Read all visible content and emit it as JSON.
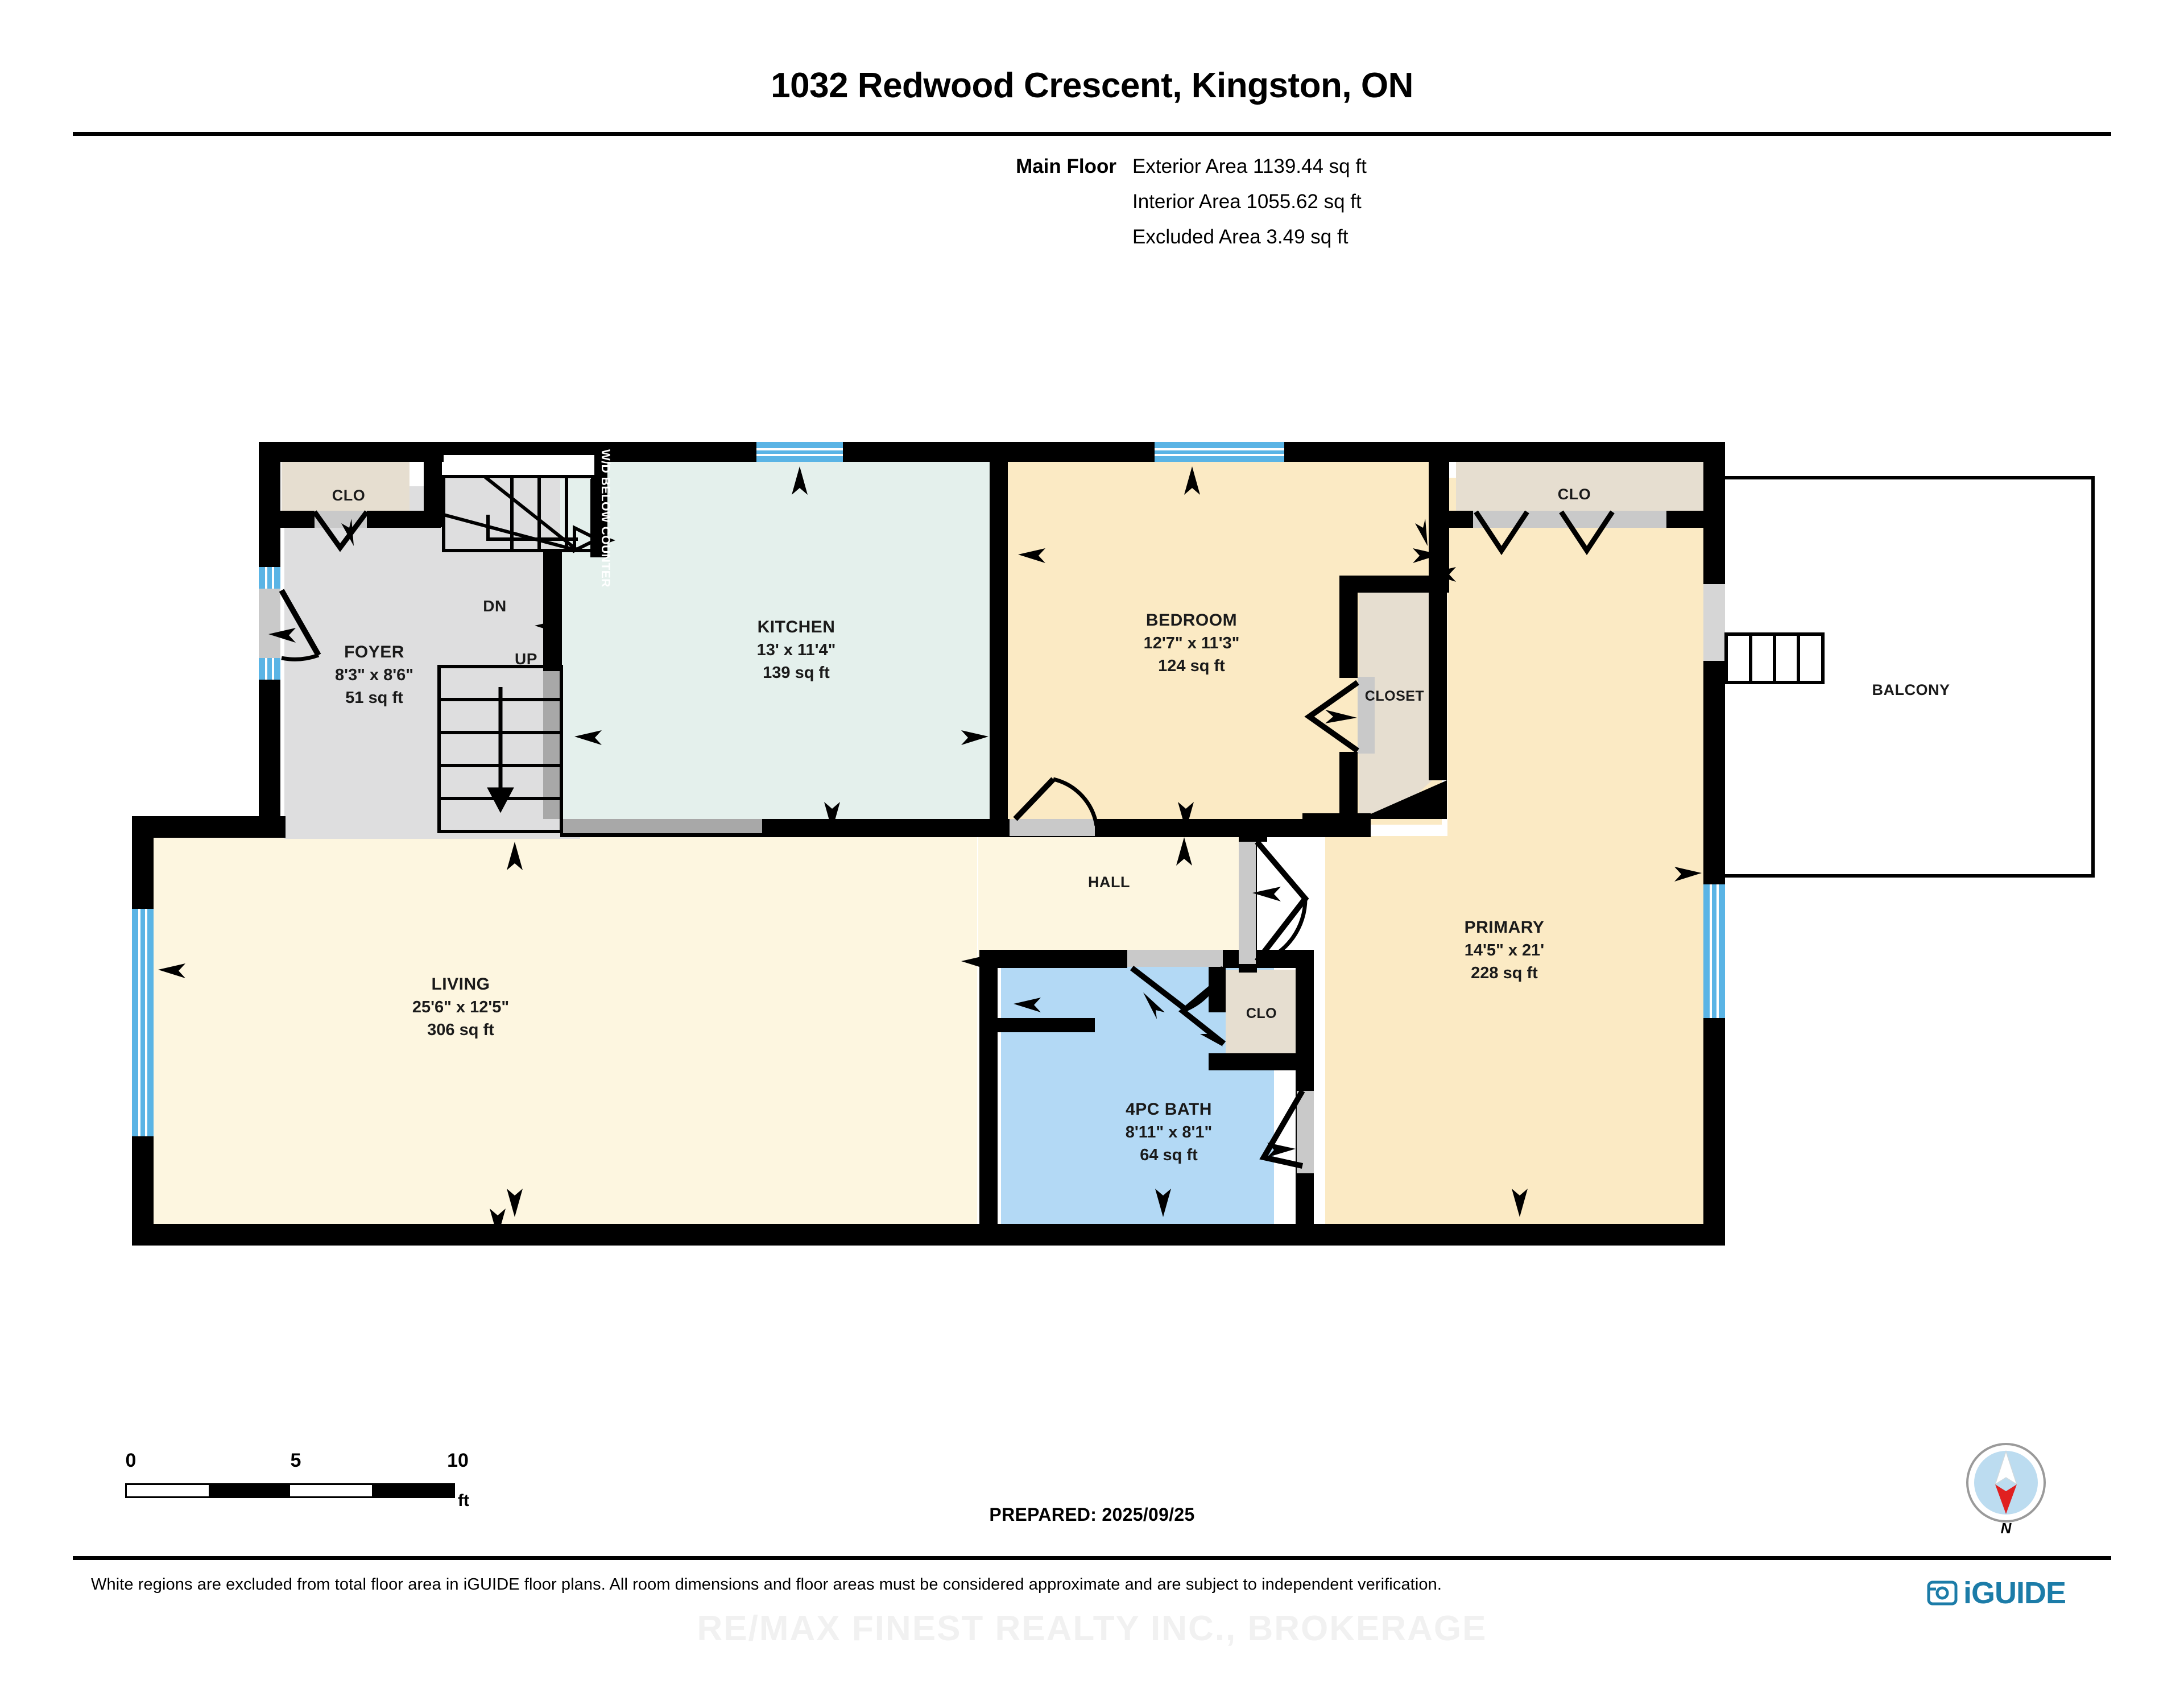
{
  "header": {
    "title": "1032 Redwood Crescent, Kingston, ON"
  },
  "area_summary": {
    "floor_label": "Main Floor",
    "rows": [
      "Exterior Area 1139.44 sq ft",
      "Interior Area 1055.62 sq ft",
      "Excluded Area 3.49 sq ft"
    ]
  },
  "rooms": [
    {
      "name": "CLO",
      "dimensions": "",
      "area": ""
    },
    {
      "name": "FOYER",
      "dimensions": "8'3\" x 8'6\"",
      "area": "51 sq ft"
    },
    {
      "name": "KITCHEN",
      "dimensions": "13' x 11'4\"",
      "area": "139 sq ft"
    },
    {
      "name": "BEDROOM",
      "dimensions": "12'7\" x 11'3\"",
      "area": "124 sq ft"
    },
    {
      "name": "CLOSET",
      "dimensions": "",
      "area": ""
    },
    {
      "name": "CLO",
      "dimensions": "",
      "area": ""
    },
    {
      "name": "BALCONY",
      "dimensions": "",
      "area": ""
    },
    {
      "name": "PRIMARY",
      "dimensions": "14'5\" x 21'",
      "area": "228 sq ft"
    },
    {
      "name": "LIVING",
      "dimensions": "25'6\" x 12'5\"",
      "area": "306 sq ft"
    },
    {
      "name": "HALL",
      "dimensions": "",
      "area": ""
    },
    {
      "name": "CLO",
      "dimensions": "",
      "area": ""
    },
    {
      "name": "4PC BATH",
      "dimensions": "8'11\" x 8'1\"",
      "area": "64 sq ft"
    }
  ],
  "room_labels": {
    "clo_foyer": "CLO",
    "foyer_name": "FOYER",
    "foyer_dim": "8'3\" x 8'6\"",
    "foyer_area": "51 sq ft",
    "kitchen_name": "KITCHEN",
    "kitchen_dim": "13' x 11'4\"",
    "kitchen_area": "139 sq ft",
    "bedroom_name": "BEDROOM",
    "bedroom_dim": "12'7\" x 11'3\"",
    "bedroom_area": "124 sq ft",
    "bedroom_closet": "CLOSET",
    "clo_primary": "CLO",
    "balcony": "BALCONY",
    "primary_name": "PRIMARY",
    "primary_dim": "14'5\" x 21'",
    "primary_area": "228 sq ft",
    "living_name": "LIVING",
    "living_dim": "25'6\" x 12'5\"",
    "living_area": "306 sq ft",
    "hall": "HALL",
    "clo_bath": "CLO",
    "bath_name": "4PC BATH",
    "bath_dim": "8'11\" x 8'1\"",
    "bath_area": "64 sq ft"
  },
  "annotations": {
    "stairs_down": "DN",
    "stairs_up": "UP",
    "wd_below_counter": "W/D BELOW COUNTER"
  },
  "scale": {
    "tick_0": "0",
    "tick_5": "5",
    "tick_10": "10",
    "unit": "ft"
  },
  "footer": {
    "prepared": "PREPARED: 2025/09/25",
    "disclaimer": "White regions are excluded from total floor area in iGUIDE floor plans. All room dimensions and floor areas must be considered approximate and are subject to independent verification.",
    "brand_name": "iGUIDE",
    "compass_label": "N",
    "watermark": "RE/MAX FINEST REALTY INC., BROKERAGE"
  },
  "colors": {
    "wall": "#000000",
    "kitchen_fill": "#e4f0ec",
    "bedroom_fill": "#fbeac4",
    "living_fill": "#fdf6e0",
    "bath_fill": "#b3d9f5",
    "closet_fill": "#e6ded0",
    "foyer_fill": "#dededf",
    "window_blue": "#5ab4e5",
    "brand_blue": "#1c7ca8",
    "compass_red": "#e02020"
  }
}
